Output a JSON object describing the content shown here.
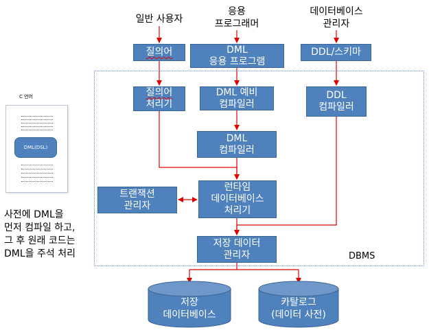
{
  "users": {
    "end_user": "일반 사용자",
    "app_program_l1": "응용",
    "app_program_l2": "프로그래머",
    "db_admin_l1": "데이터베이스",
    "db_admin_l2": "관리자"
  },
  "boxes": {
    "query": "질의어",
    "dml_app_l1": "DML",
    "dml_app_l2": "응용 프로그램",
    "ddl_schema": "DDL/스키마",
    "query_processor_l1": "질의어",
    "query_processor_l2": "처리기",
    "dml_precompiler_l1": "DML 예비",
    "dml_precompiler_l2": "컴파일러",
    "ddl_compiler_l1": "DDL",
    "ddl_compiler_l2": "컴파일러",
    "dml_compiler_l1": "DML",
    "dml_compiler_l2": "컴파일러",
    "transaction_manager_l1": "트랜잭션",
    "transaction_manager_l2": "관리자",
    "runtime_processor_l1": "런타임",
    "runtime_processor_l2": "데이터베이스",
    "runtime_processor_l3": "처리기",
    "storage_manager_l1": "저장 데이터",
    "storage_manager_l2": "관리자"
  },
  "dbms_label": "DBMS",
  "storage": {
    "stored_db_l1": "저장",
    "stored_db_l2": "데이터베이스",
    "catalog_l1": "카탈로그",
    "catalog_l2": "(데이터 사전)"
  },
  "side_doc": {
    "title": "C 언어",
    "pill": "DML(DSL)"
  },
  "note": {
    "line1": "사전에 DML을",
    "line2": "먼저 컴파일 하고,",
    "line3": "그 후 원래 코드는",
    "line4": "DML을 주석 처리"
  },
  "colors": {
    "box_fill": "#4f81bd",
    "arrow": "#e00000"
  }
}
